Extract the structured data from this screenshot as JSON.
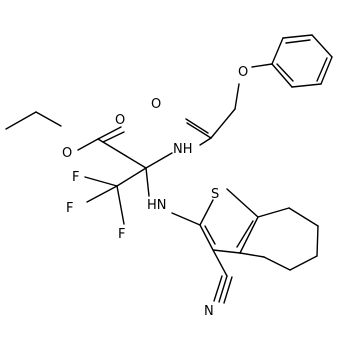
{
  "molecule": {
    "atoms": {
      "o_ester_carbonyl": "O",
      "o_ester": "O",
      "n_amide": "NH",
      "o_amide": "O",
      "o_ether": "O",
      "f1": "F",
      "f2": "F",
      "f3": "F",
      "n_amine": "HN",
      "s_ring": "S",
      "n_nitrile": "N"
    }
  }
}
